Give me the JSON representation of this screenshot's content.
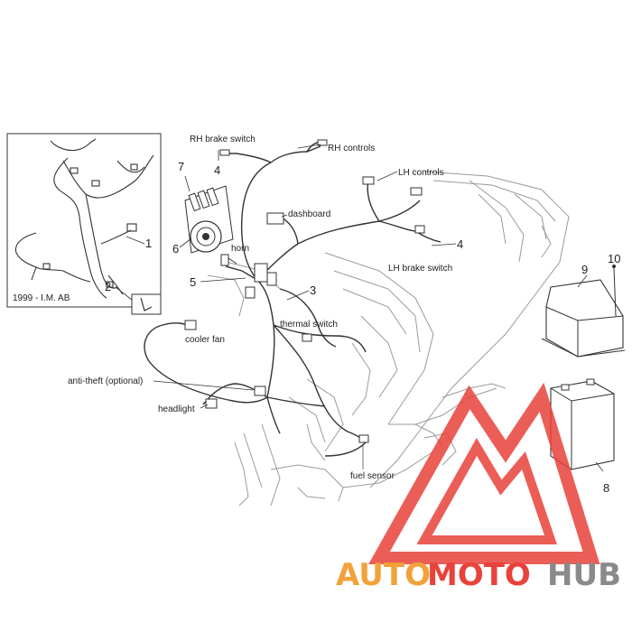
{
  "labels": {
    "rh_brake_switch": "RH brake switch",
    "rh_controls": "RH controls",
    "lh_controls": "LH controls",
    "dashboard": "dashboard",
    "horn": "horn",
    "lh_brake_switch": "LH brake switch",
    "thermal_switch": "thermal switch",
    "cooler_fan": "cooler fan",
    "anti_theft": "anti-theft (optional)",
    "headlight": "headlight",
    "fuel_sensor": "fuel sensor",
    "inset_caption": "1999 - I.M. AB"
  },
  "callouts": {
    "n1": "1",
    "n2": "2",
    "n3": "3",
    "n4a": "4",
    "n4b": "4",
    "n5": "5",
    "n6": "6",
    "n7": "7",
    "n8": "8",
    "n9": "9",
    "n10": "10"
  },
  "watermark": {
    "part1": "AUTO",
    "part2": "MOTO",
    "part3": "HUB",
    "color_orange": "#f2a23a",
    "color_red": "#e8423a",
    "color_gray": "#8a8a8a"
  }
}
